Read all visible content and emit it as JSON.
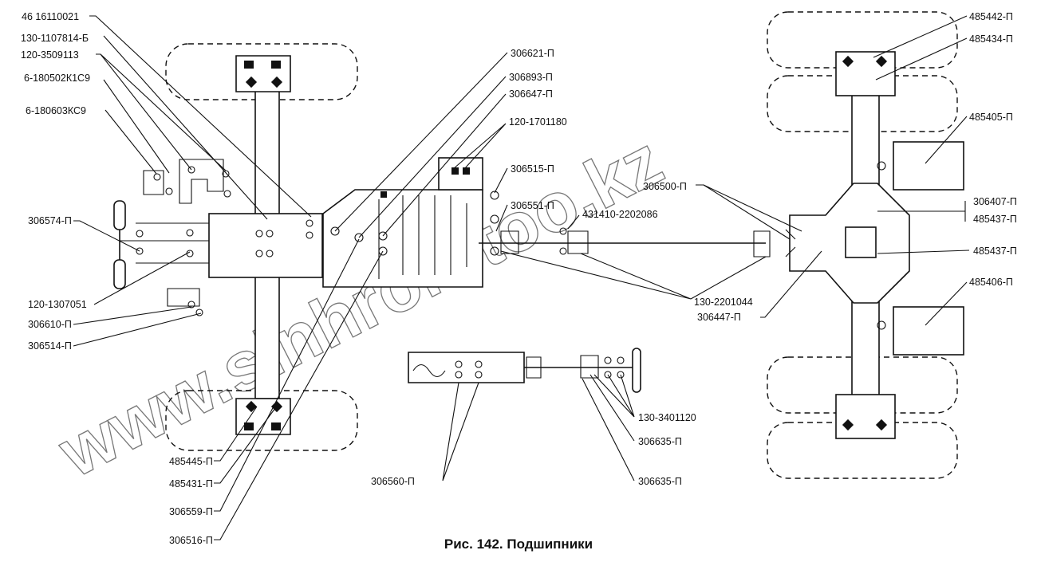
{
  "caption": "Рис. 142. Подшипники",
  "watermark": "www.sinhron-too.kz",
  "labels": {
    "l1": "46 16110021",
    "l2": "130-1107814-Б",
    "l3": "120-3509113",
    "l4": "6-180502К1С9",
    "l5": "6-180603КС9",
    "l6": "306574-П",
    "l7": "120-1307051",
    "l8": "306610-П",
    "l9": "306514-П",
    "l10": "485445-П",
    "l11": "485431-П",
    "l12": "306559-П",
    "l13": "306516-П",
    "m1": "306621-П",
    "m2": "306893-П",
    "m3": "306647-П",
    "m4": "120-1701180",
    "m5": "306515-П",
    "m6": "306551-П",
    "m7": "431410-2202086",
    "m8": "306500-П",
    "m9": "130-2201044",
    "m10": "306447-П",
    "m11": "130-3401120",
    "m12": "306635-П",
    "m13": "306635-П",
    "m14": "306560-П",
    "r1": "485442-П",
    "r2": "485434-П",
    "r3": "485405-П",
    "r4": "306407-П",
    "r5": "485437-П",
    "r6": "485437-П",
    "r7": "485406-П"
  }
}
